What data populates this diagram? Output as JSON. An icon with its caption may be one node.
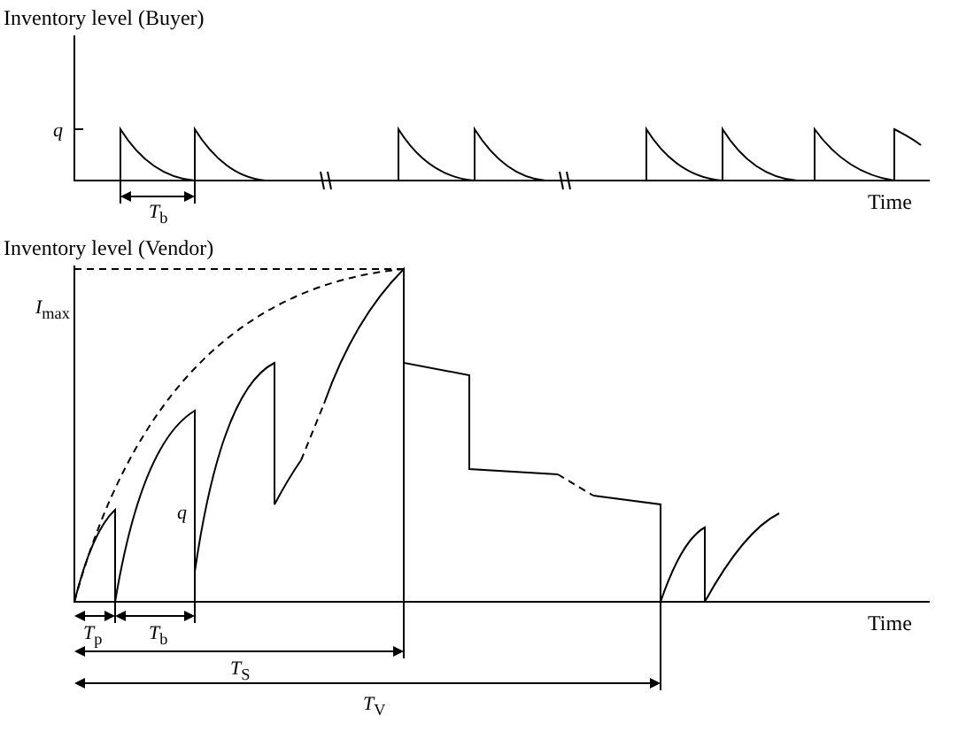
{
  "diagram": {
    "labels": [
      "Inventory level (Buyer)",
      "*q*",
      "*T*$_{b}$",
      "Time",
      "Inventory level (Vendor)",
      "*I*$_{max}$",
      "*q*",
      "*T*$_{p}$",
      "*T*$_{b}$",
      "*T*$_{S}$",
      "Time",
      "*T*$_{V}$"
    ]
  }
}
